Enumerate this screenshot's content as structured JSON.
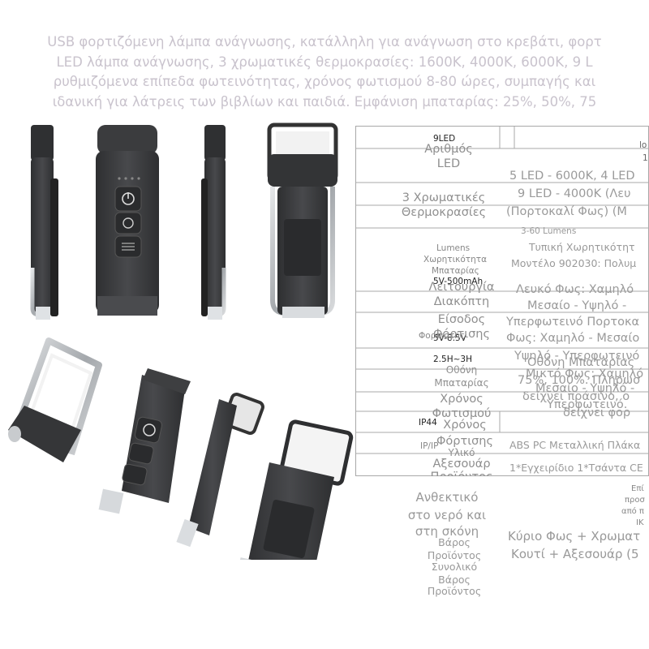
{
  "title_lines": [
    "USB φορτιζόμενη λάμπα ανάγνωσης, κατάλληλη για ανάγνωση στο κρεβάτι, φορτ",
    "LED λάμπα ανάγνωσης, 3 χρωματικές θερμοκρασίες: 1600K, 4000K, 6000K, 9 L",
    "ρυθμιζόμενα επίπεδα φωτεινότητας, χρόνος φωτισμού 8-80 ώρες, συμπαγής και",
    "ιδανική για λάτρεις των βιβλίων και παιδιά. Εμφάνιση μπαταρίας: 25%, 50%, 75"
  ],
  "table": {
    "small": {
      "led": "9LED",
      "lumens": "3-60 Lumens",
      "battery": "5V-500mAh",
      "input": "5V-8.5V",
      "charge": "2.5H~3H",
      "ip": "IP44",
      "right_top_1": "lo",
      "right_top_2": "1"
    },
    "tiny": {
      "lumens": "Lumens",
      "capacity": "Χωρητικότητα",
      "battery": "Μπαταρίας",
      "input_label": "Φορτιστής",
      "ip_label": "IP/ΙΡ",
      "right_note_1": "Επί",
      "right_note_2": "προσ",
      "right_note_3": "από π",
      "right_note_4": "IK"
    },
    "labels": {
      "led_count": "Αριθμός LED",
      "color_temp": "3 Χρωματικές Θερμοκρασίες",
      "function": "Λειτουργία",
      "switch": "Διακόπτη",
      "input": "Είσοδος",
      "charge": "Φόρτισης",
      "display": "Οθόνη",
      "battery_display": "Μπαταρίας",
      "time": "Χρόνος",
      "lighting": "Φωτισμού",
      "time2": "Χρόνος",
      "charging": "Φόρτισης",
      "material": "Υλικό",
      "accessories": "Αξεσουάρ",
      "product": "Προϊόντος"
    },
    "values": {
      "led_desc_1": "5 LED - 6000K, 4 LED",
      "led_desc_2": "9 LED - 4000K (Λευ",
      "led_desc_3": "(Πορτοκαλί Φως) (Μ",
      "capacity_1": "Τυπική Χωρητικότητ",
      "capacity_2": "Μοντέλο 902030: Πολυμ",
      "func_1": "Λευκό Φως: Χαμηλό",
      "func_2": "Μεσαίο - Υψηλό -",
      "func_3": "Υπερφωτεινό Πορτοκα",
      "func_4": "Φως: Χαμηλό - Μεσαίο",
      "func_5": "Υψηλό - Υπερφωτεινό",
      "func_6": "Μικτό Φως: Χαμηλό",
      "func_7": "Μεσαίο - Υψηλό -",
      "func_8": "Υπερφωτεινό.",
      "display_1": "Οθόνη Μπαταρίας",
      "display_2": "75%, 100%. Πληρωσ",
      "display_3": "δείχνει πράσινο, ο",
      "display_4": "δείχνει φορ",
      "material": "ABS PC Μεταλλική Πλάκα",
      "accessories": "1*Εγχειρίδιο 1*Τσάντα CE"
    }
  },
  "below": {
    "waterproof_1": "Ανθεκτικό",
    "waterproof_2": "στο νερό και",
    "waterproof_3": "στη σκόνη",
    "weight_1": "Βάρος",
    "weight_2": "Προϊόντος",
    "weight_3": "Συνολικό",
    "weight_4": "Βάρος",
    "weight_5": "Προϊόντος",
    "main_light_1": "Κύριο Φως + Χρωματ",
    "main_light_2": "Κουτί + Αξεσουάρ (5"
  },
  "colors": {
    "device_body": "#3a3b3d",
    "device_dark": "#2b2c2e",
    "chrome": "#bfc3c7",
    "grid_line": "#a8a8a8",
    "title_text": "#c9c3cd"
  }
}
